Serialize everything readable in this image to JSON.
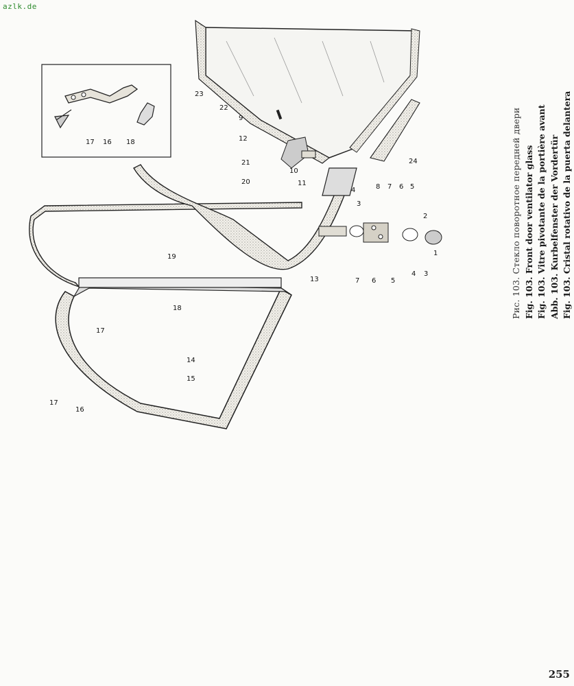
{
  "watermark": "azlk.de",
  "page_number": "255",
  "caption": {
    "ru": "Рис. 103. Стекло поворотное передней двери",
    "en": "Fig. 103. Front door ventilator glass",
    "fr": "Fig. 103. Vitre pivotante de la portière avant",
    "de": "Abb. 103. Kurbelfenster der Vordertür",
    "es": "Fig. 103. Cristal rotativo de la puerta delantera"
  },
  "callouts": {
    "c1": "1",
    "c2": "2",
    "c3a": "3",
    "c3b": "3",
    "c4a": "4",
    "c4b": "4",
    "c5a": "5",
    "c5b": "5",
    "c6a": "6",
    "c6b": "6",
    "c7a": "7",
    "c7b": "7",
    "c8": "8",
    "c9": "9",
    "c10": "10",
    "c11": "11",
    "c12": "12",
    "c13": "13",
    "c14": "14",
    "c15": "15",
    "c16a": "16",
    "c16b": "16",
    "c17a": "17",
    "c17b": "17",
    "c17c": "17",
    "c18a": "18",
    "c18b": "18",
    "c19": "19",
    "c20": "20",
    "c21": "21",
    "c22": "22",
    "c23": "23",
    "c24": "24"
  }
}
